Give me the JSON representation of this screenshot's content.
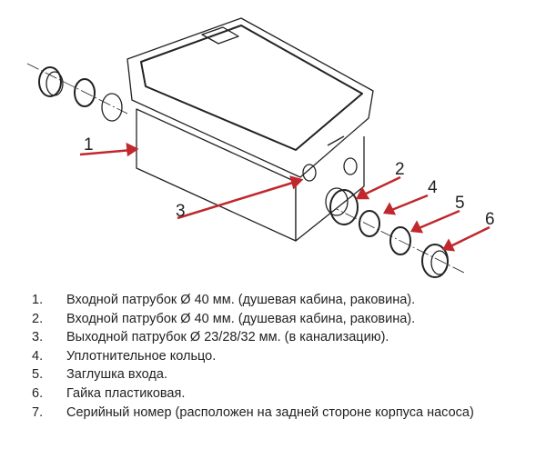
{
  "callouts": [
    "1",
    "2",
    "3",
    "4",
    "5",
    "6"
  ],
  "legend": [
    {
      "num": "1.",
      "text": "Входной патрубок Ø 40 мм. (душевая кабина, раковина)."
    },
    {
      "num": "2.",
      "text": "Входной патрубок Ø 40 мм. (душевая кабина, раковина)."
    },
    {
      "num": "3.",
      "text": "Выходной патрубок Ø 23/28/32 мм. (в канализацию)."
    },
    {
      "num": "4.",
      "text": "Уплотнительное кольцо."
    },
    {
      "num": "5.",
      "text": "Заглушка входа."
    },
    {
      "num": "6.",
      "text": "Гайка пластиковая."
    },
    {
      "num": "7.",
      "text": "Серийный номер (расположен на задней стороне корпуса насоса)"
    }
  ],
  "colors": {
    "callout": "#c0282d",
    "line": "#222222"
  }
}
